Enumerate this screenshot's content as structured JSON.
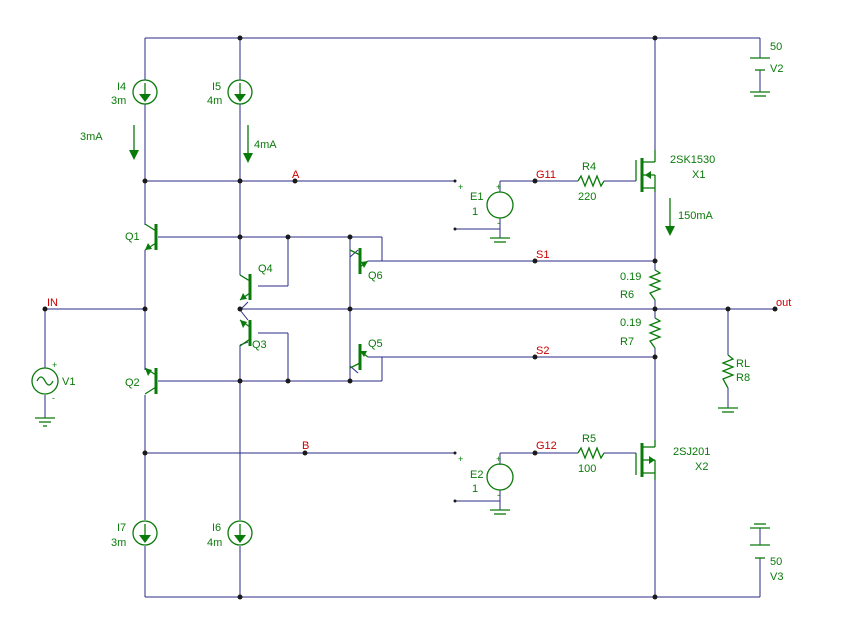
{
  "sources": {
    "i4": {
      "name": "I4",
      "value": "3m"
    },
    "i5": {
      "name": "I5",
      "value": "4m"
    },
    "i6": {
      "name": "I6",
      "value": "4m"
    },
    "i7": {
      "name": "I7",
      "value": "3m"
    },
    "v1": {
      "name": "V1"
    },
    "v2": {
      "name": "V2",
      "value": "50"
    },
    "v3": {
      "name": "V3",
      "value": "50"
    },
    "e1": {
      "name": "E1",
      "value": "1"
    },
    "e2": {
      "name": "E2",
      "value": "1"
    }
  },
  "currents": {
    "i4_current": "3mA",
    "i5_current": "4mA",
    "x1_current": "150mA"
  },
  "transistors": {
    "q1": "Q1",
    "q2": "Q2",
    "q3": "Q3",
    "q4": "Q4",
    "q5": "Q5",
    "q6": "Q6",
    "x1": {
      "part": "2SK1530",
      "name": "X1"
    },
    "x2": {
      "part": "2SJ201",
      "name": "X2"
    }
  },
  "resistors": {
    "r4": {
      "name": "R4",
      "value": "220"
    },
    "r5": {
      "name": "R5",
      "value": "100"
    },
    "r6": {
      "name": "R6",
      "value": "0.19"
    },
    "r7": {
      "name": "R7",
      "value": "0.19"
    },
    "rl": {
      "name": "RL",
      "ref": "R8"
    }
  },
  "nets": {
    "a": "A",
    "b": "B",
    "g11": "G11",
    "g12": "G12",
    "s1": "S1",
    "s2": "S2",
    "in": "IN",
    "out": "out"
  },
  "signs": {
    "plus": "+",
    "minus": "-"
  }
}
